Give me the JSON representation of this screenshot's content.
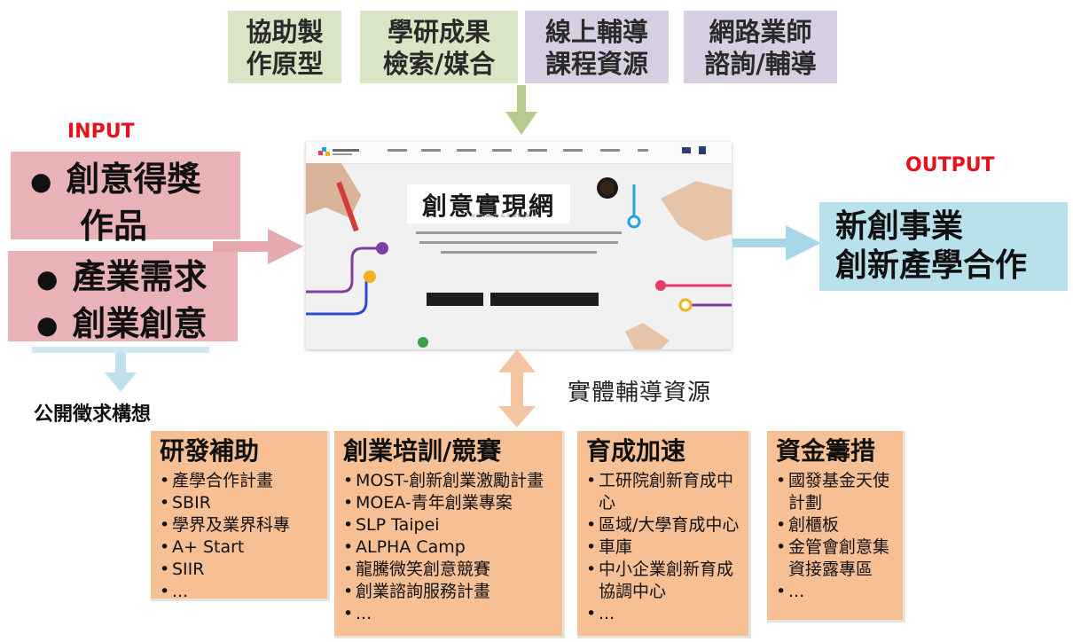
{
  "top_boxes": [
    {
      "line1": "協助製",
      "line2": "作原型",
      "color": "#d8e6c6"
    },
    {
      "line1": "學研成果",
      "line2": "檢索/媒合",
      "color": "#d8e6c6"
    },
    {
      "line1": "線上輔導",
      "line2": "課程資源",
      "color": "#d6cfe2"
    },
    {
      "line1": "網路業師",
      "line2": "諮詢/輔導",
      "color": "#d6cfe2"
    }
  ],
  "input": {
    "title": "INPUT",
    "box1": {
      "line1": "創意得獎",
      "line2": "作品"
    },
    "box2": {
      "item1": "產業需求",
      "item2": "創業創意"
    },
    "bullet": "●",
    "below_label": "公開徵求構想"
  },
  "output": {
    "title": "OUTPUT",
    "line1": "新創事業",
    "line2": "創新產學合作"
  },
  "center": {
    "site_title": "創意實現網",
    "site_subtitle": "Innovation & Startups",
    "resource_label": "實體輔導資源"
  },
  "bottom_boxes": [
    {
      "title": "研發補助",
      "items": [
        "產學合作計畫",
        "SBIR",
        "學界及業界科專",
        "A+ Start",
        "SIIR",
        "..."
      ]
    },
    {
      "title": "創業培訓/競賽",
      "items": [
        "MOST-創新創業激勵計畫",
        "MOEA-青年創業專案",
        "SLP Taipei",
        "ALPHA Camp",
        "龍騰微笑創意競賽",
        "創業諮詢服務計畫",
        "..."
      ]
    },
    {
      "title": "育成加速",
      "items": [
        "工研院創新育成中心",
        "區域/大學育成中心",
        "車庫",
        "中小企業創新育成協調中心",
        "..."
      ]
    },
    {
      "title": "資金籌措",
      "items": [
        "國發基金天使計劃",
        "創櫃板",
        "金管會創意集資接露專區",
        "..."
      ]
    }
  ],
  "colors": {
    "input_red": "#e8101a",
    "pink_box": "#e9b2b6",
    "blue_box": "#b9e1ec",
    "orange_box": "#f7bf94",
    "green_arrow": "#b5cc8e",
    "pink_arrow": "#e6a9ae",
    "blue_arrow": "#a8d8e8",
    "peach_arrow": "#f5c4a2"
  }
}
